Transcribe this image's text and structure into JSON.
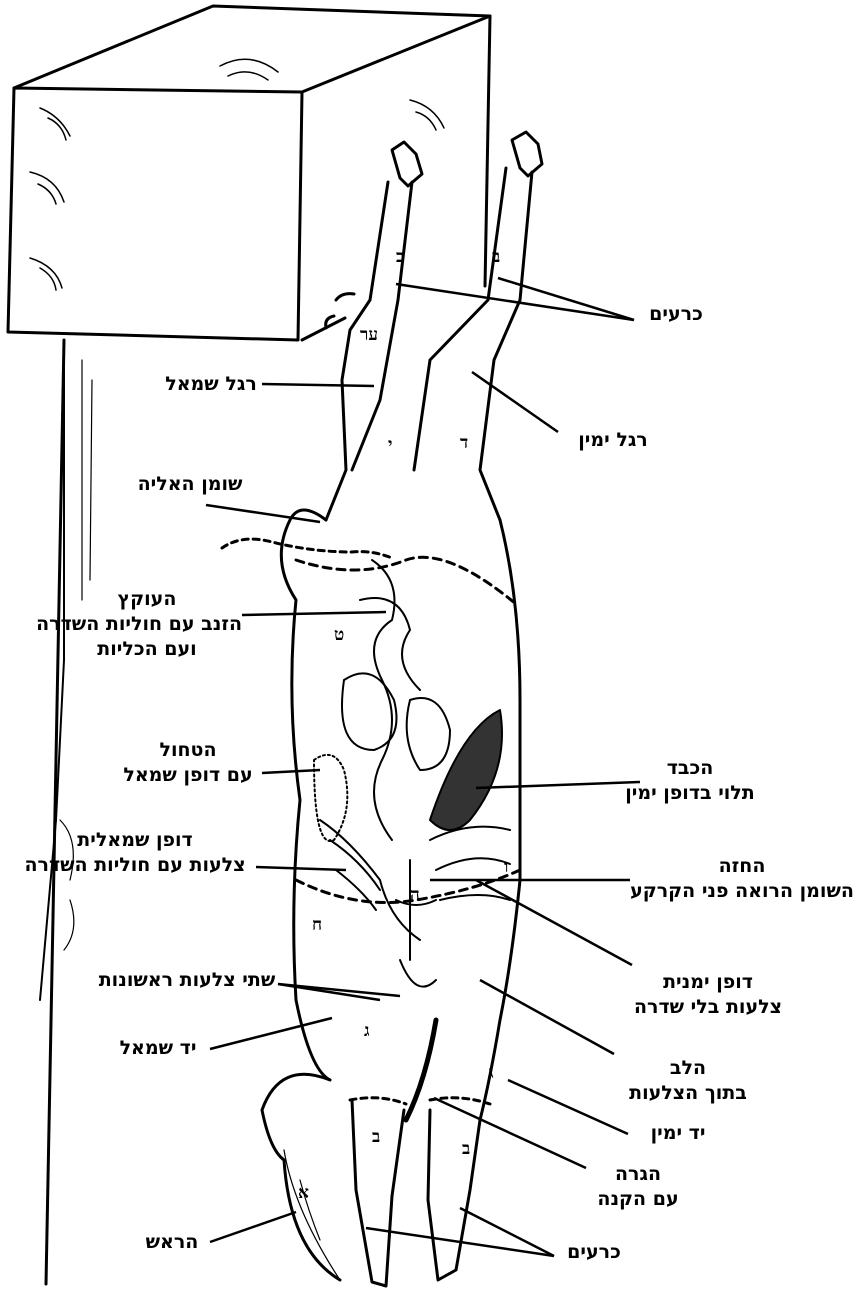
{
  "labels": {
    "shins_top": "כרעים",
    "left_leg": "רגל שמאל",
    "right_leg": "רגל ימין",
    "tail_fat": "שומן האליה",
    "tailbone": [
      "העוקץ",
      "הזנב עם חוליות השדרה",
      "ועם הכליות"
    ],
    "spleen": [
      "הטחול",
      "עם דופן שמאל"
    ],
    "liver": [
      "הכבד",
      "תלוי בדופן ימין"
    ],
    "left_wall": [
      "דופן שמאלית",
      "צלעות עם חוליות השדרה"
    ],
    "chest": [
      "החזה",
      "השומן הרואה פני הקרקע"
    ],
    "first_ribs": "שתי צלעות ראשונות",
    "right_wall": [
      "דופן ימנית",
      "צלעות בלי שדרה"
    ],
    "left_hand": "יד שמאל",
    "heart": [
      "הלב",
      "בתוך הצלעות"
    ],
    "right_hand": "יד ימין",
    "throat": [
      "הגרה",
      "עם הקנה"
    ],
    "head": "הראש",
    "shins_bottom": "כרעים"
  },
  "letters": {
    "bet": "ב",
    "yod": "י",
    "dalet": "ד",
    "tet": "ט",
    "he": "ה",
    "het": "ח",
    "vav": "ו",
    "gimel": "ג",
    "alef": "א",
    "ayin_tsadi": "ער"
  }
}
